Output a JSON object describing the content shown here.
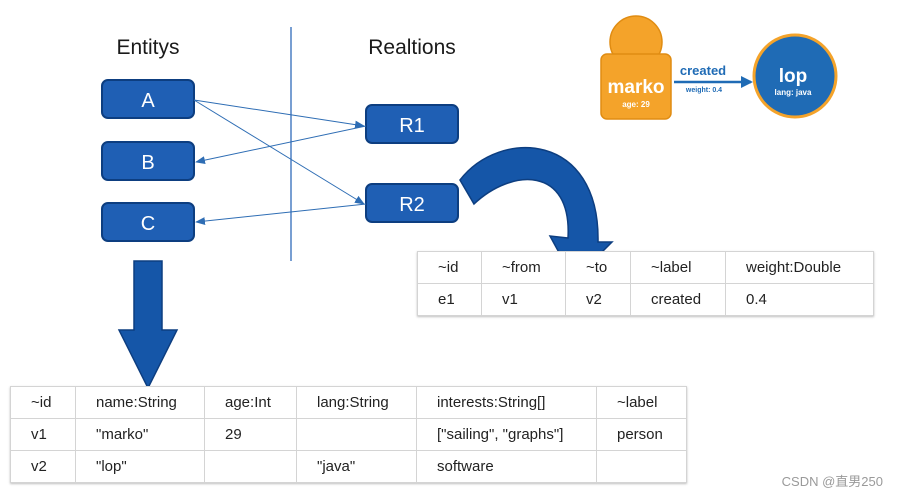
{
  "headings": {
    "entities": "Entitys",
    "relations": "Realtions"
  },
  "entities": [
    "A",
    "B",
    "C"
  ],
  "relations": [
    "R1",
    "R2"
  ],
  "graph_example": {
    "source": {
      "name": "marko",
      "sub": "age: 29",
      "color": "#f4a32a"
    },
    "edge": {
      "label": "created",
      "sub": "weight: 0.4"
    },
    "target": {
      "name": "lop",
      "sub": "lang: java",
      "color": "#1f6bb5"
    }
  },
  "edge_table": {
    "headers": [
      "~id",
      "~from",
      "~to",
      "~label",
      "weight:Double"
    ],
    "rows": [
      [
        "e1",
        "v1",
        "v2",
        "created",
        "0.4"
      ]
    ]
  },
  "vertex_table": {
    "headers": [
      "~id",
      "name:String",
      "age:Int",
      "lang:String",
      "interests:String[]",
      "~label"
    ],
    "rows": [
      [
        "v1",
        "\"marko\"",
        "29",
        "",
        "[\"sailing\", \"graphs\"]",
        "person"
      ],
      [
        "v2",
        "\"lop\"",
        "",
        "\"java\"",
        "software",
        ""
      ]
    ]
  },
  "watermark": "CSDN @直男250",
  "colors": {
    "box_blue": "#1f5fb4",
    "arrow_blue": "#1556a8",
    "orange": "#f4a32a"
  }
}
